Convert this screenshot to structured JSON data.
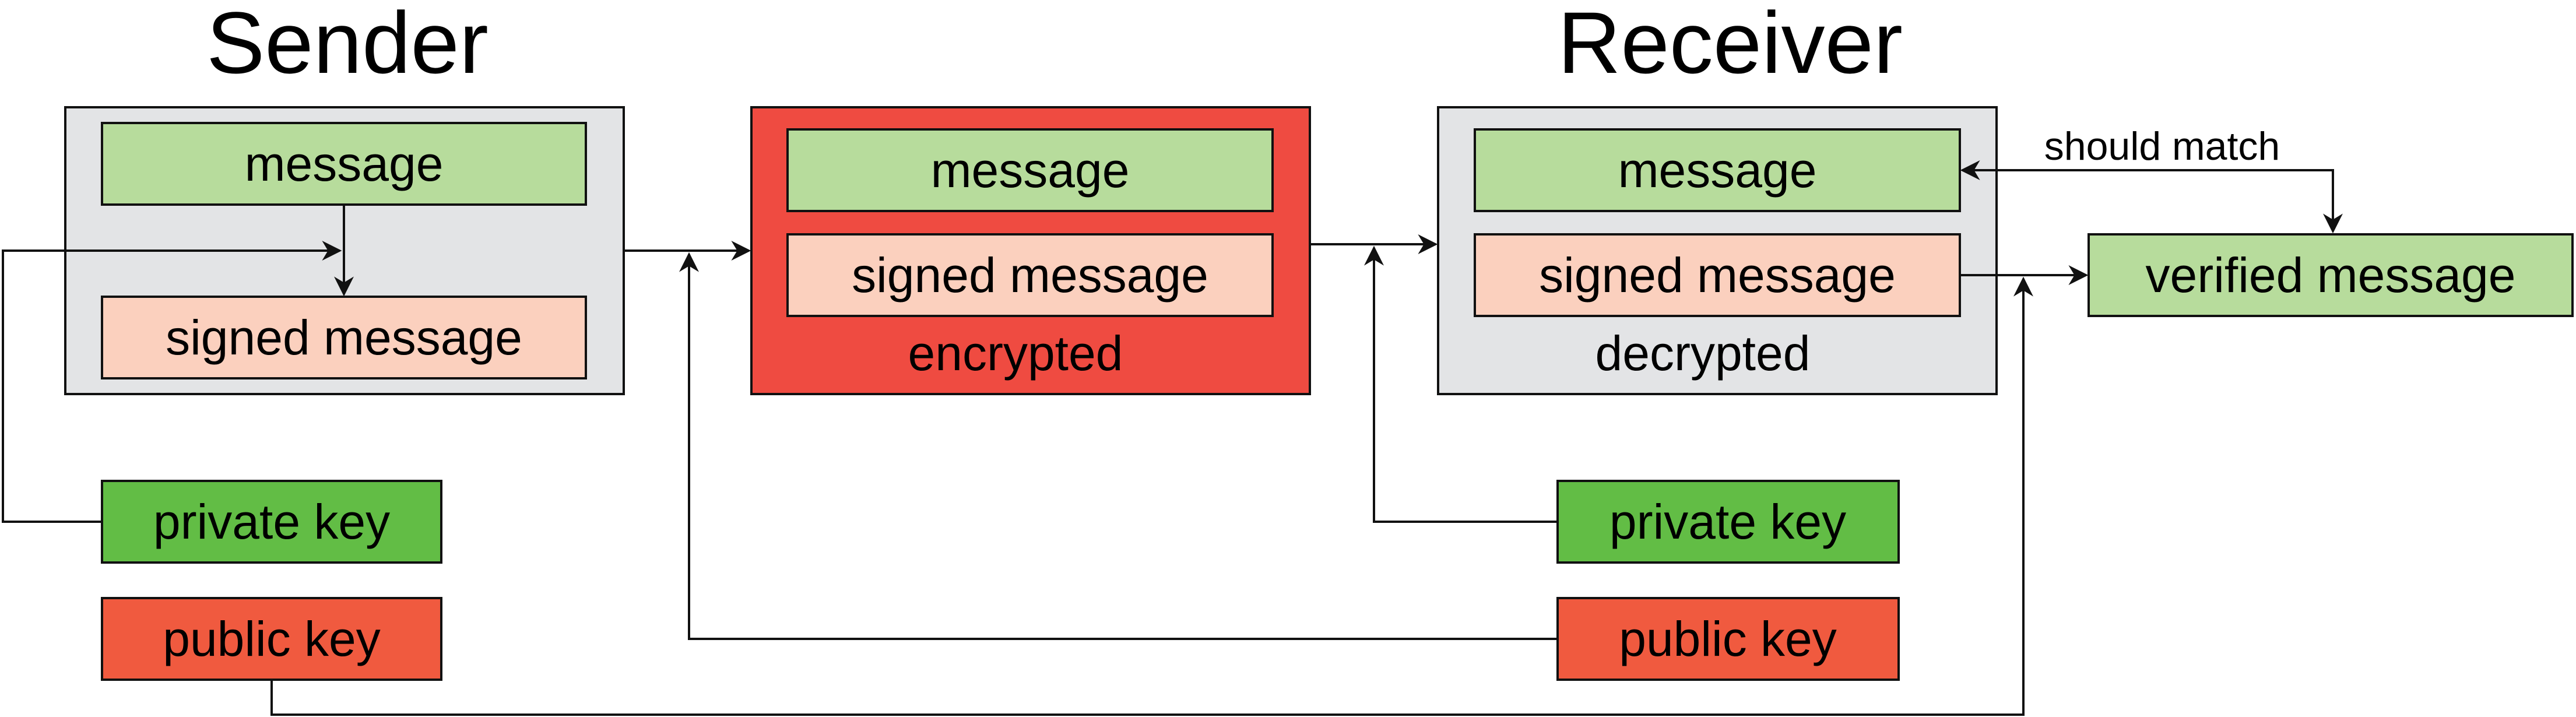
{
  "colors": {
    "message_green": "#b7dc9c",
    "signed_pink": "#fbd0be",
    "key_green": "#62bd45",
    "key_red": "#f05a3f",
    "encrypted_red": "#ef4b41",
    "container_gray": "#e3e4e6",
    "stroke": "#111111"
  },
  "sender": {
    "title": "Sender",
    "message": "message",
    "signed_message": "signed message",
    "private_key": "private key",
    "public_key": "public key"
  },
  "encrypted_packet": {
    "message": "message",
    "signed_message": "signed message",
    "caption": "encrypted"
  },
  "receiver": {
    "title": "Receiver",
    "message": "message",
    "signed_message": "signed message",
    "caption": "decrypted",
    "private_key": "private key",
    "public_key": "public key"
  },
  "verification": {
    "note": "should match",
    "verified_message": "verified message"
  }
}
